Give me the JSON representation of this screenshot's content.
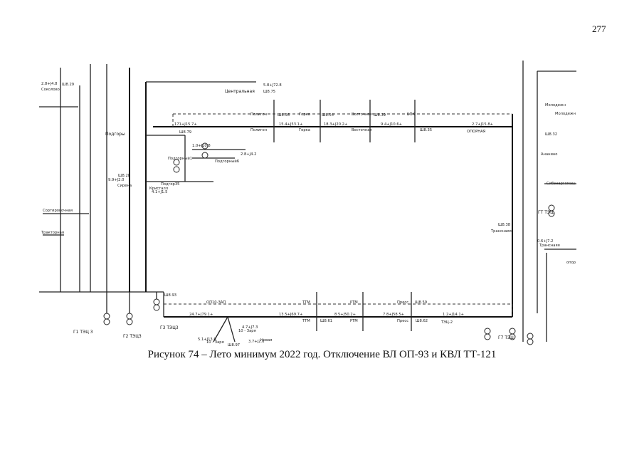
{
  "page": {
    "number": "277",
    "caption": "Рисунок 74 – Лето минимум 2022 год. Отключение ВЛ ОП-93 и КВЛ ТТ-121"
  },
  "nodes": {
    "tsentralnaya": "Центральная",
    "poligon_top": "Полигон",
    "gorka_top": "Горка",
    "vostochnaya_top": "Восточная",
    "bpk": "БПК",
    "poligon_bus": "Полигон",
    "gorka_bus": "Горка",
    "vostochnaya_bus": "Восточная",
    "oporniya": "ОПОРНАЯ",
    "podgory": "Подгоры",
    "podgorny1": "Подгорный1",
    "podgorny6": "Подгорный6",
    "podgor35": "Подгор35",
    "krystall": "Кристалл",
    "sirena": "Сирена",
    "sokolovo": "Соколово",
    "molodezh1": "Молодежн",
    "molodezh2": "Молодежн",
    "ananino": "Ананино",
    "sibenergomash": "Сибэнергомаш",
    "transnaya1": "Транснаяя",
    "transnaya2": "Транснаяя",
    "ttm_top": "ТТМ",
    "rtm_top": "РТМ",
    "press_top": "Пресс",
    "ttm_bus": "ТТМ",
    "rtm_bus": "РТМ",
    "press_bus": "Пресс",
    "zarya1": "10 - Заря",
    "zarya2": "10 - Заря",
    "novaya": "Новая",
    "sortirovka": "Сортировочная",
    "ozernaya": "Тракторная",
    "op_bottom": "опор",
    "opn_ozp": "ОП10-ЗАП",
    "tec2": "ТЭЦ-2"
  },
  "generators": {
    "g1": "Г1  ТЭЦ 3",
    "g2": "Г2  ТЭЦ3",
    "g3": "Г3  ТЭЦ3",
    "g7": "Г7  ТЭЦ",
    "gt": "ГТ  ТЭЦ"
  },
  "values": {
    "v1": "5.8+J72.8",
    "v2": "171+J15.7+",
    "v3": "15.4+J53.1+",
    "v4": "18.3+J20.2+",
    "v5": "9.4+J10.6+",
    "v6": "2.7+J15.8+",
    "v7": "24.7+J79.1+",
    "v8": "13.5+J69.7+",
    "v9": "8.5+J50.2+",
    "v10": "7.8+J58.5+",
    "v11": "1.2+J14.1+",
    "v12": "1.0+J10.8",
    "v13": "2.8+J4.2",
    "v14": "4.7+J7.3",
    "v15": "9.9+J2.0",
    "v16": "2.8+J4.8",
    "v17": "4.1+J1.5",
    "v18": "5.1+J13.6",
    "v19": "3.7+J2.6",
    "v20": "0.6+J7.2"
  },
  "bus_ids": {
    "b1": "Ш8.75",
    "b2": "Ш8.56",
    "b3": "Ш8.54",
    "b4": "Ш8.39",
    "b5": "Ш8.35",
    "b6": "Ш8.32",
    "b7": "Ш8.79",
    "b8": "Ш8.38",
    "b9": "Ш8.93",
    "b10": "Ш8.59",
    "b11": "Ш8.97",
    "b12": "Ш8.61",
    "b13": "Ш8.62",
    "b14": "Ш8.29",
    "b15": "Ш8.28"
  }
}
